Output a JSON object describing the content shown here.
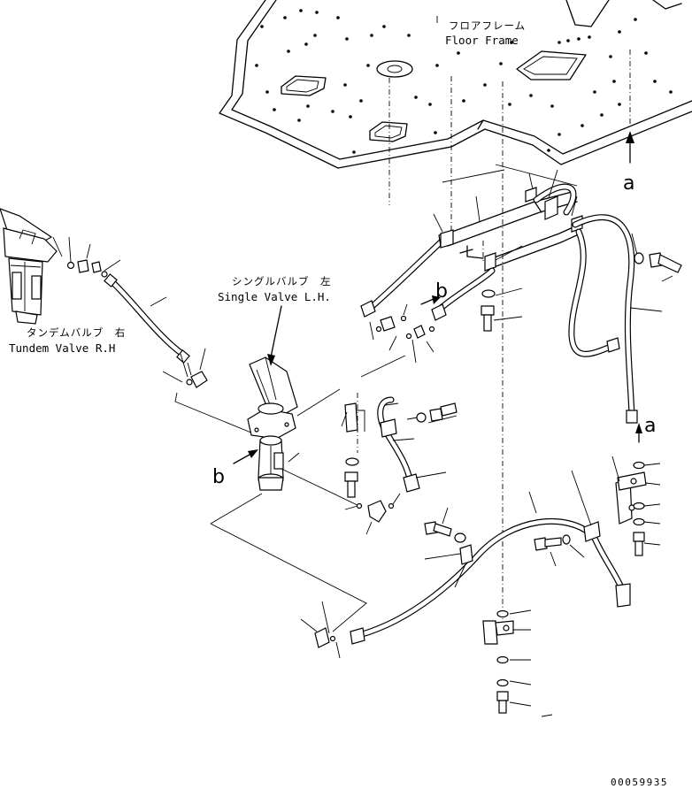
{
  "labels": {
    "floor_frame_jp": "フロアフレーム",
    "floor_frame_en": "Floor Frame",
    "single_valve_jp": "シングルバルブ　左",
    "single_valve_en": "Single Valve L.H.",
    "tandem_valve_jp": "タンデムバルブ　右",
    "tandem_valve_en": "Tundem Valve R.H",
    "ref_a": "a",
    "ref_b": "b",
    "drawing_code": "00059935"
  }
}
